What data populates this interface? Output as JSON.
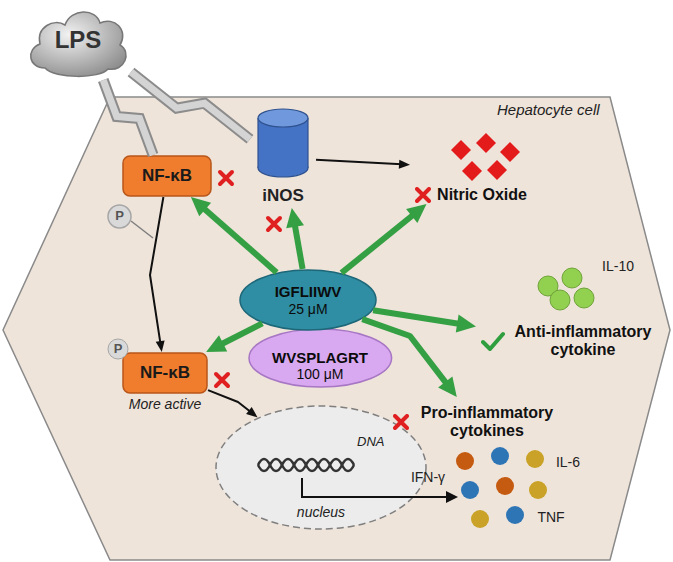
{
  "diagram": {
    "nodes": [
      {
        "text": [
          "LPS"
        ]
      },
      {
        "text": [
          "Hepatocyte cell"
        ]
      },
      {
        "text": [
          "iNOS"
        ],
        "in": 1
      },
      {
        "text": [
          "NF-κB"
        ],
        "in": 1
      },
      {
        "text": [
          "P"
        ],
        "in": 1
      },
      {
        "text": [
          "NF-κB",
          "More active"
        ],
        "in": 1
      },
      {
        "text": [
          "IGFLIIWV",
          "25 μM"
        ],
        "in": 1
      },
      {
        "text": [
          "WVSPLAGRT",
          "100 μM"
        ],
        "in": 1
      },
      {
        "text": [
          "DNA",
          "nucleus"
        ],
        "in": 1
      },
      {
        "text": [
          "Nitric Oxide"
        ],
        "in": 1
      },
      {
        "text": [
          "Anti-inflammatory cytokine"
        ],
        "in": 1
      },
      {
        "text": [
          "Pro-inflammatory cytokines"
        ],
        "in": 1
      }
    ],
    "edges": [
      {
        "from": 0,
        "to": 3,
        "arrow": "none"
      },
      {
        "from": 0,
        "to": 2,
        "arrow": "none"
      },
      {
        "from": 2,
        "to": 9,
        "arrow": "to"
      },
      {
        "from": 3,
        "to": 5,
        "arrow": "to"
      },
      {
        "from": 5,
        "to": 8,
        "arrow": "to"
      },
      {
        "from": 6,
        "to": 3,
        "arrow": "to"
      },
      {
        "from": 6,
        "to": 2,
        "arrow": "to"
      },
      {
        "from": 6,
        "to": 9,
        "arrow": "to"
      },
      {
        "from": 6,
        "to": 10,
        "arrow": "to"
      },
      {
        "from": 6,
        "to": 11,
        "arrow": "to"
      },
      {
        "from": 6,
        "to": 5,
        "arrow": "to"
      }
    ],
    "labels": [
      "P",
      "IL-10",
      "IFN-γ",
      "IL-6",
      "TNF"
    ]
  }
}
